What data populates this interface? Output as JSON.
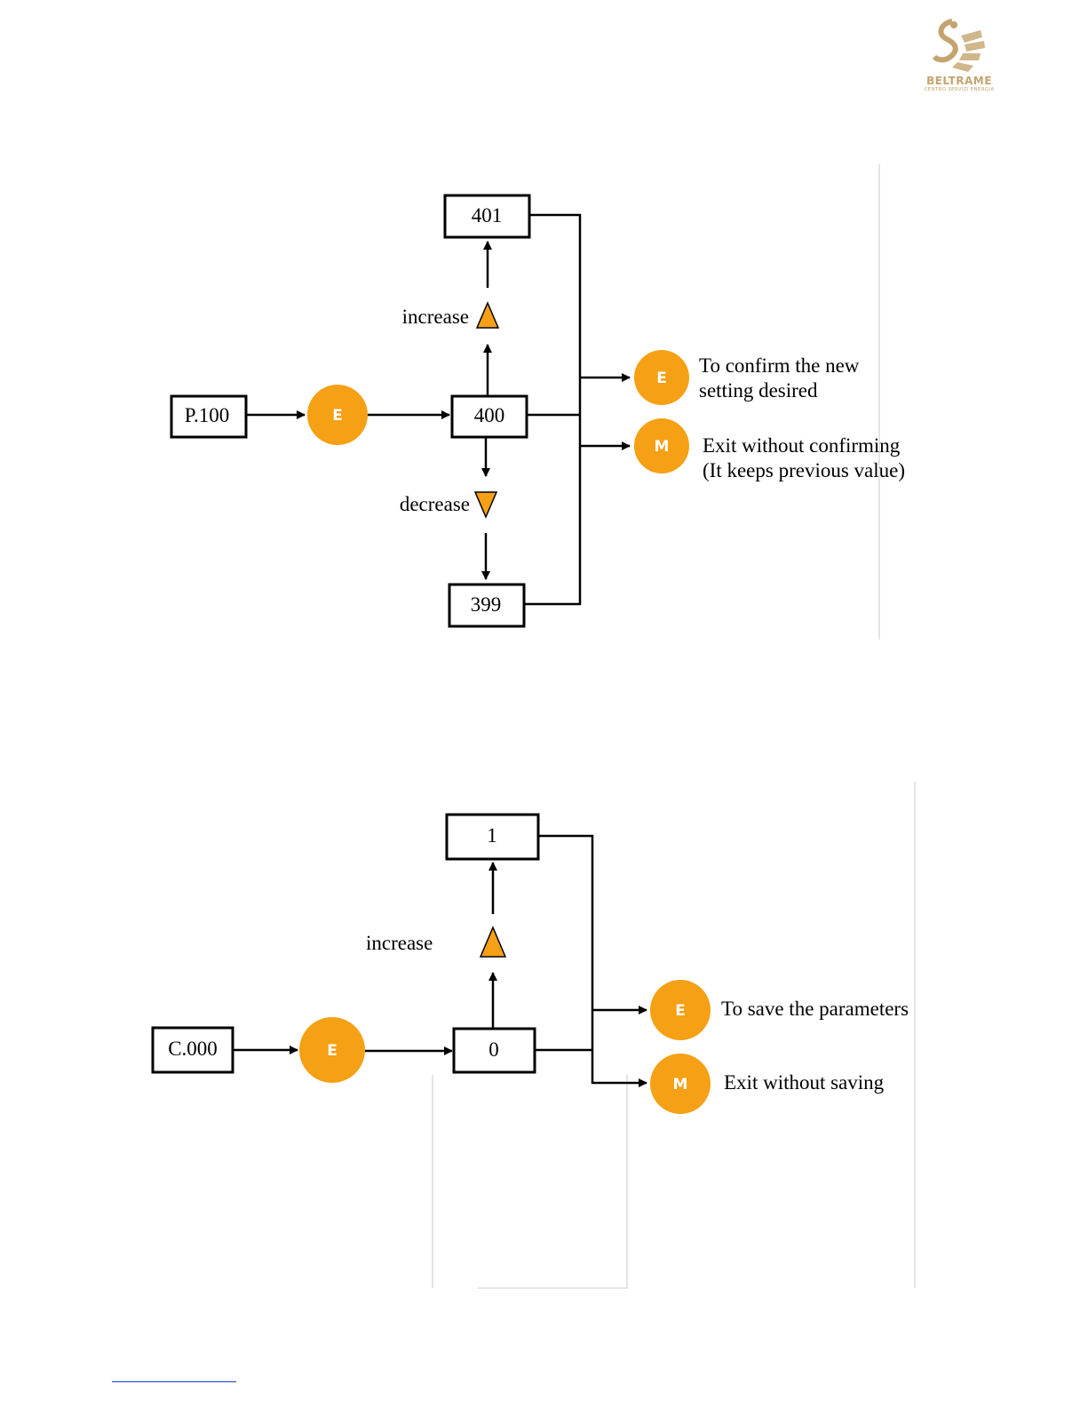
{
  "logo": {
    "brand": "BELTRAME",
    "tagline": "CENTRO SERVIZI ENERGIA",
    "color": "#c4a46e"
  },
  "colors": {
    "button": "#f5a015",
    "triangle": "#f5a015",
    "line": "#000000"
  },
  "diagram1": {
    "start_value": "P.100",
    "enter_key": "E",
    "current_value": "400",
    "increase_label": "increase",
    "increased_value": "401",
    "decrease_label": "decrease",
    "decreased_value": "399",
    "confirm_key": "E",
    "confirm_text_line1": "To confirm the new",
    "confirm_text_line2": "setting desired",
    "exit_key": "M",
    "exit_text_line1": "Exit without confirming",
    "exit_text_line2": "(It keeps previous value)"
  },
  "diagram2": {
    "start_value": "C.000",
    "enter_key": "E",
    "current_value": "0",
    "increase_label": "increase",
    "increased_value": "1",
    "save_key": "E",
    "save_text": "To save the parameters",
    "exit_key": "M",
    "exit_text": "Exit without saving"
  }
}
